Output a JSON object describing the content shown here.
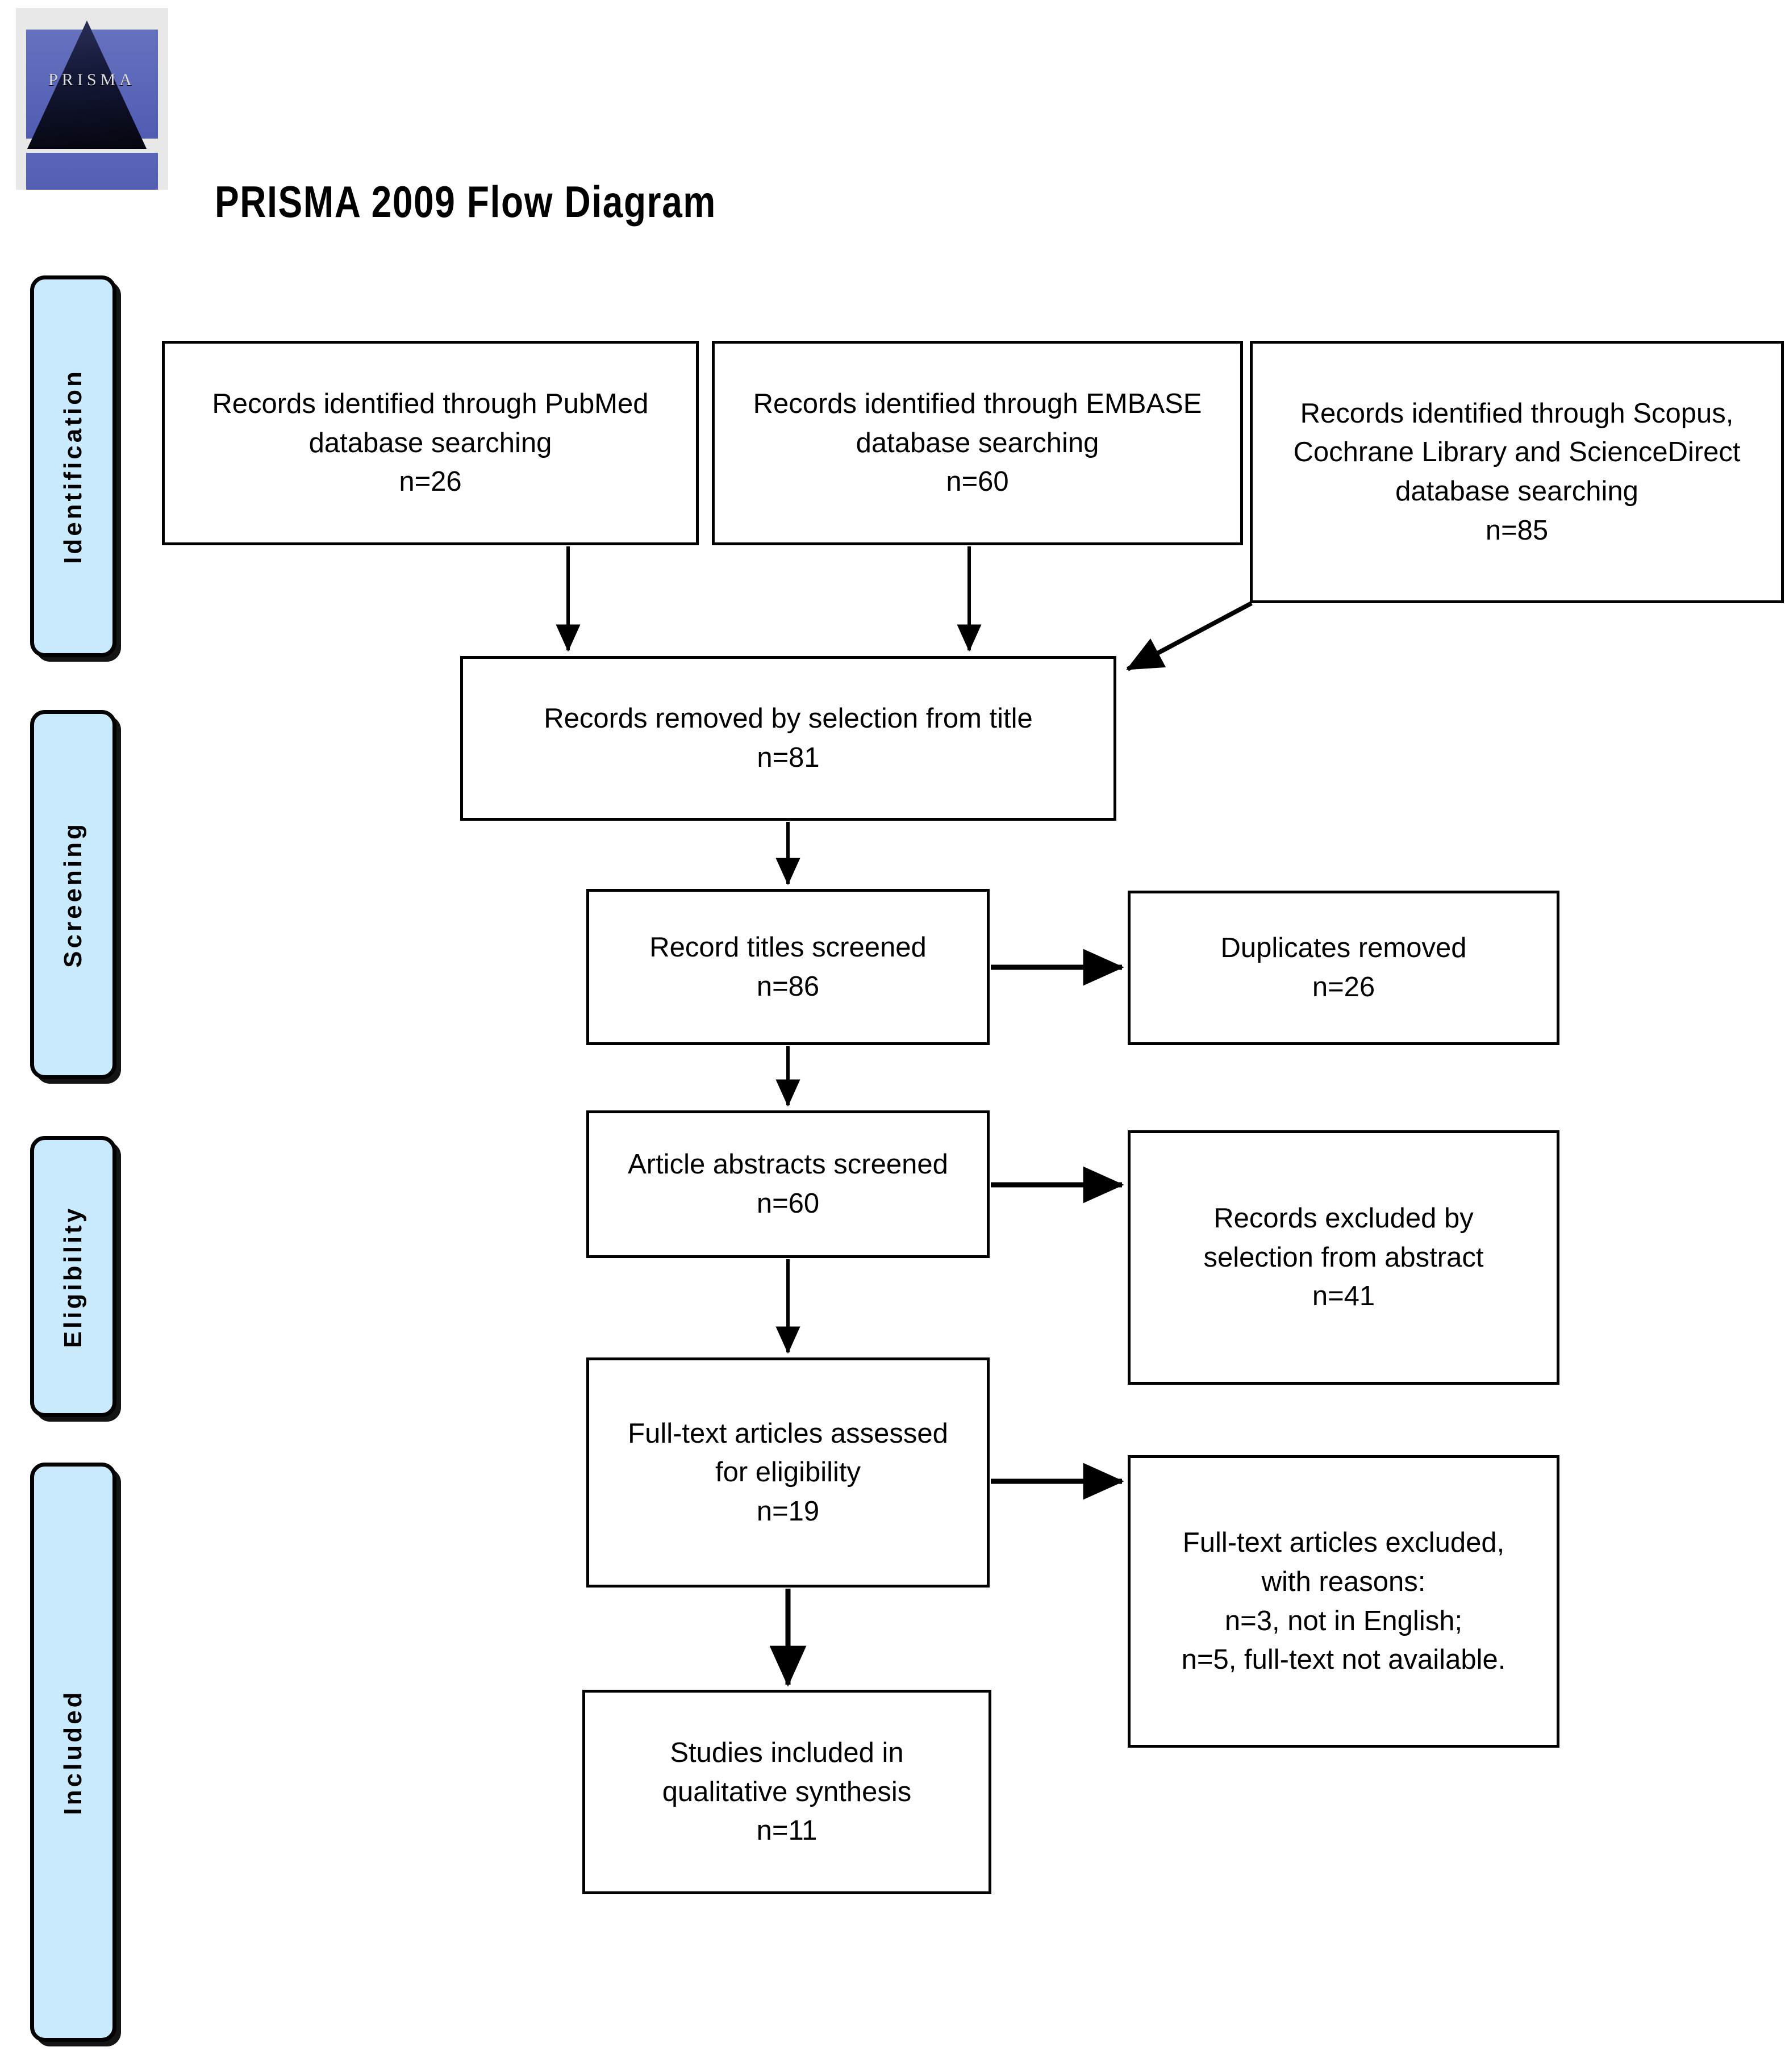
{
  "logo": {
    "alt": "prisma-logo",
    "word": "PRISMA"
  },
  "title": "PRISMA 2009 Flow Diagram",
  "phases": [
    {
      "id": "identification",
      "label": "Identification"
    },
    {
      "id": "screening",
      "label": "Screening"
    },
    {
      "id": "eligibility",
      "label": "Eligibility"
    },
    {
      "id": "included",
      "label": "Included"
    }
  ],
  "boxes": {
    "pubmed": {
      "line1": "Records identified through PubMed",
      "line2": "database searching",
      "line3": "n=26"
    },
    "embase": {
      "line1": "Records identified through EMBASE",
      "line2": "database searching",
      "line3": "n=60"
    },
    "scopus": {
      "line1": "Records identified through Scopus,",
      "line2": "Cochrane Library and ScienceDirect",
      "line3": "database searching",
      "line4": "n=85"
    },
    "removed_by_title": {
      "line1": "Records removed by selection from title",
      "line2": "n=81"
    },
    "titles_screened": {
      "line1": "Record titles screened",
      "line2": "n=86"
    },
    "duplicates_removed": {
      "line1": "Duplicates removed",
      "line2": "n=26"
    },
    "abstracts_screened": {
      "line1": "Article abstracts screened",
      "line2": "n=60"
    },
    "excluded_abstract": {
      "line1": "Records excluded by",
      "line2": "selection from abstract",
      "line3": "n=41"
    },
    "fulltext_assessed": {
      "line1": "Full-text articles assessed",
      "line2": "for eligibility",
      "line3": "n=19"
    },
    "excluded_fulltext": {
      "line1": "Full-text articles excluded,",
      "line2": "with reasons:",
      "line3": "n=3, not in English;",
      "line4": "n=5, full-text not available."
    },
    "included_qualitative": {
      "line1": "Studies included in",
      "line2": "qualitative synthesis",
      "line3": "n=11"
    }
  },
  "counts": {
    "pubmed": 26,
    "embase": 60,
    "scopus_cochrane_sciencedirect": 85,
    "removed_by_title": 81,
    "titles_screened": 86,
    "duplicates_removed": 26,
    "abstracts_screened": 60,
    "excluded_from_abstract": 41,
    "fulltext_assessed": 19,
    "excluded_not_english": 3,
    "excluded_fulltext_unavailable": 5,
    "included_qualitative": 11
  },
  "colors": {
    "phase_fill": "#C9E9FC",
    "stroke": "#000000",
    "background": "#FFFFFF"
  }
}
